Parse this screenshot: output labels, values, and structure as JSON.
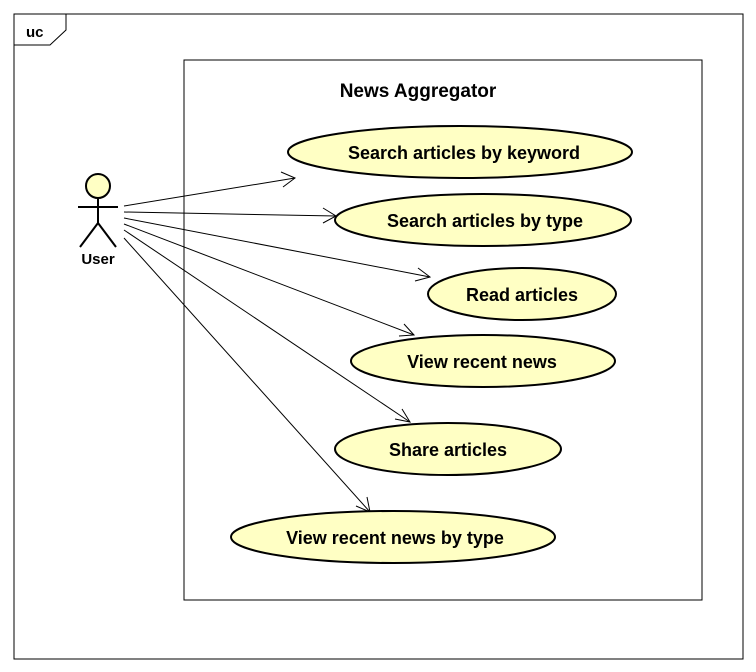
{
  "frame": {
    "tag": "uc"
  },
  "system": {
    "title": "News Aggregator"
  },
  "actor": {
    "name": "User"
  },
  "use_cases": [
    {
      "label": "Search articles by keyword"
    },
    {
      "label": "Search articles by type"
    },
    {
      "label": "Read articles"
    },
    {
      "label": "View recent news"
    },
    {
      "label": "Share articles"
    },
    {
      "label": "View recent news by type"
    }
  ],
  "associations": [
    {
      "from": "User",
      "to": "Search articles by keyword"
    },
    {
      "from": "User",
      "to": "Search articles by type"
    },
    {
      "from": "User",
      "to": "Read articles"
    },
    {
      "from": "User",
      "to": "View recent news"
    },
    {
      "from": "User",
      "to": "Share articles"
    },
    {
      "from": "User",
      "to": "View recent news by type"
    }
  ],
  "colors": {
    "usecase_fill": "#FFFFC4",
    "stroke": "#000000",
    "background": "#FFFFFF"
  }
}
